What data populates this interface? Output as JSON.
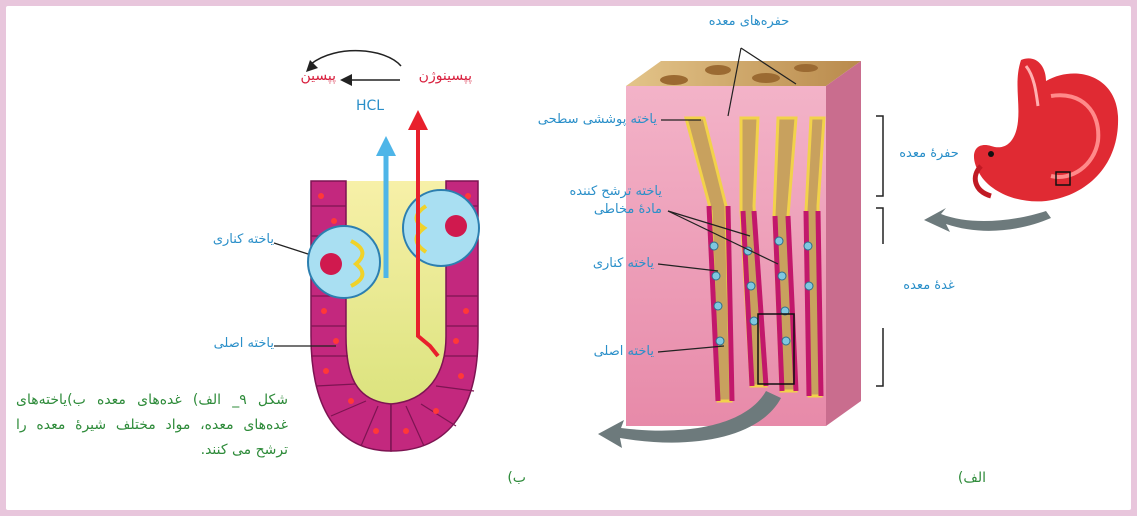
{
  "labels": {
    "gastric_pits": "حفره‌های معده",
    "surface_cell": "یاخته پوششی سطحی",
    "mucus_cell_line1": "یاخته ترشح کننده",
    "mucus_cell_line2": "مادهٔ مخاطی",
    "parietal_cell": "یاخته کناری",
    "chief_cell": "یاخته اصلی",
    "gastric_pit_region": "حفرهٔ معده",
    "gastric_gland_region": "غدهٔ معده",
    "pepsinogen": "پپسینوژن",
    "pepsin": "پپسین",
    "hcl": "HCL",
    "parietal_cell_b": "یاخته کناری",
    "chief_cell_b": "یاخته اصلی"
  },
  "panels": {
    "a": "الف)",
    "b": "ب)"
  },
  "caption": "شکل ۹_ الف) غده‌های معده ب)یاخته‌های غده‌های معده، مواد مختلف شیرهٔ معده را ترشح می کنند.",
  "colors": {
    "frame_border": "#e8c6dc",
    "label_blue": "#2a8fc9",
    "label_red": "#d81f3d",
    "caption_green": "#2e8b3a"
  }
}
